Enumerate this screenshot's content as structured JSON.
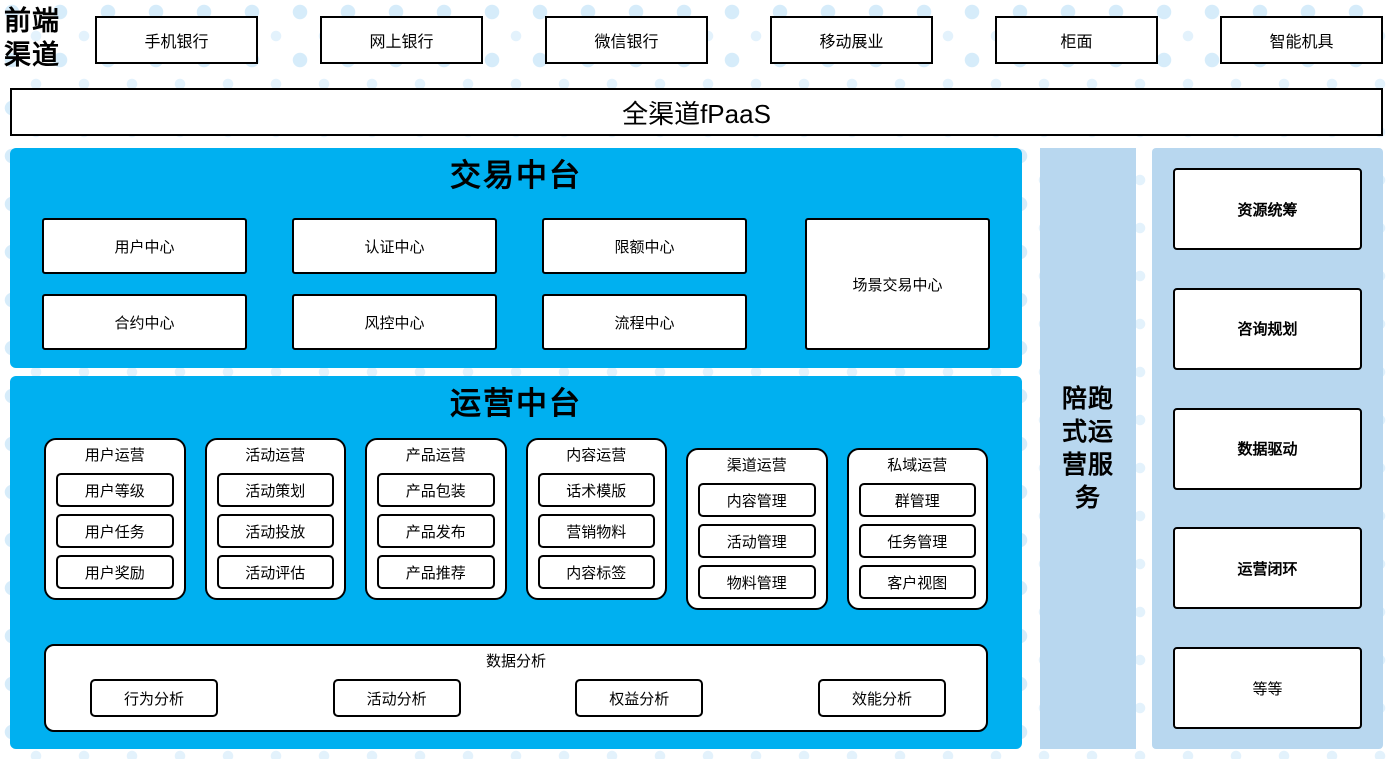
{
  "channels": {
    "label": "前端\n渠道",
    "items": [
      {
        "label": "手机银行"
      },
      {
        "label": "网上银行"
      },
      {
        "label": "微信银行"
      },
      {
        "label": "移动展业"
      },
      {
        "label": "柜面"
      },
      {
        "label": "智能机具"
      }
    ]
  },
  "fpaas": {
    "title": "全渠道fPaaS"
  },
  "trade_platform": {
    "title": "交易中台",
    "boxes": [
      {
        "label": "用户中心"
      },
      {
        "label": "认证中心"
      },
      {
        "label": "限额中心"
      },
      {
        "label": "合约中心"
      },
      {
        "label": "风控中心"
      },
      {
        "label": "流程中心"
      }
    ],
    "wide_box": {
      "label": "场景交易中心"
    }
  },
  "ops_platform": {
    "title": "运营中台",
    "groups": [
      {
        "title": "用户运营",
        "items": [
          "用户等级",
          "用户任务",
          "用户奖励"
        ]
      },
      {
        "title": "活动运营",
        "items": [
          "活动策划",
          "活动投放",
          "活动评估"
        ]
      },
      {
        "title": "产品运营",
        "items": [
          "产品包装",
          "产品发布",
          "产品推荐"
        ]
      },
      {
        "title": "内容运营",
        "items": [
          "话术模版",
          "营销物料",
          "内容标签"
        ]
      },
      {
        "title": "渠道运营",
        "items": [
          "内容管理",
          "活动管理",
          "物料管理"
        ]
      },
      {
        "title": "私域运营",
        "items": [
          "群管理",
          "任务管理",
          "客户视图"
        ]
      }
    ],
    "analysis": {
      "title": "数据分析",
      "items": [
        "行为分析",
        "活动分析",
        "权益分析",
        "效能分析"
      ]
    }
  },
  "service_band": {
    "text": "陪跑式运营服务"
  },
  "value_column": {
    "cards": [
      {
        "label": "资源统筹",
        "bold": true
      },
      {
        "label": "咨询规划",
        "bold": true
      },
      {
        "label": "数据驱动",
        "bold": true
      },
      {
        "label": "运营闭环",
        "bold": true
      },
      {
        "label": "等等",
        "bold": false
      }
    ]
  },
  "colors": {
    "platform_blue": "#00b0f0",
    "panel_light_blue": "#b8d7ef",
    "dot_blue": "#d6ecfa",
    "border_black": "#000000",
    "card_white": "#ffffff"
  }
}
